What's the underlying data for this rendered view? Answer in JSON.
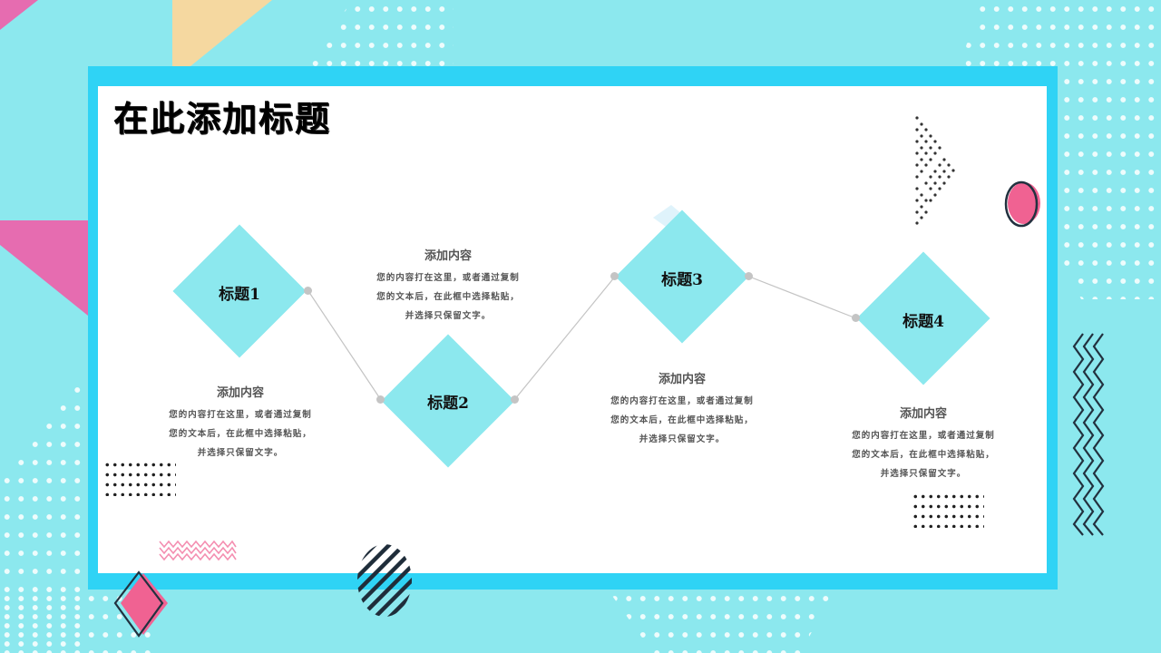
{
  "slide": {
    "title": "在此添加标题",
    "colors": {
      "background": "#8ce8ee",
      "frame": "#2fd3f5",
      "card": "#ffffff",
      "diamond": "#8ce8ee",
      "pink": "#e66cb0",
      "orange": "#f5d8a0",
      "accent_pink": "#f06292",
      "connector": "#c4c4c4"
    },
    "steps": [
      {
        "label": "标题1",
        "heading": "添加内容",
        "lines": [
          "您的内容打在这里，或者通过复制",
          "您的文本后，在此框中选择粘贴，",
          "并选择只保留文字。"
        ]
      },
      {
        "label": "标题2",
        "heading": "添加内容",
        "lines": [
          "您的内容打在这里，或者通过复制",
          "您的文本后，在此框中选择粘贴，",
          "并选择只保留文字。"
        ]
      },
      {
        "label": "标题3",
        "heading": "添加内容",
        "lines": [
          "您的内容打在这里，或者通过复制",
          "您的文本后，在此框中选择粘贴，",
          "并选择只保留文字。"
        ]
      },
      {
        "label": "标题4",
        "heading": "添加内容",
        "lines": [
          "您的内容打在这里，或者通过复制",
          "您的文本后，在此框中选择粘贴，",
          "并选择只保留文字。"
        ]
      }
    ]
  }
}
